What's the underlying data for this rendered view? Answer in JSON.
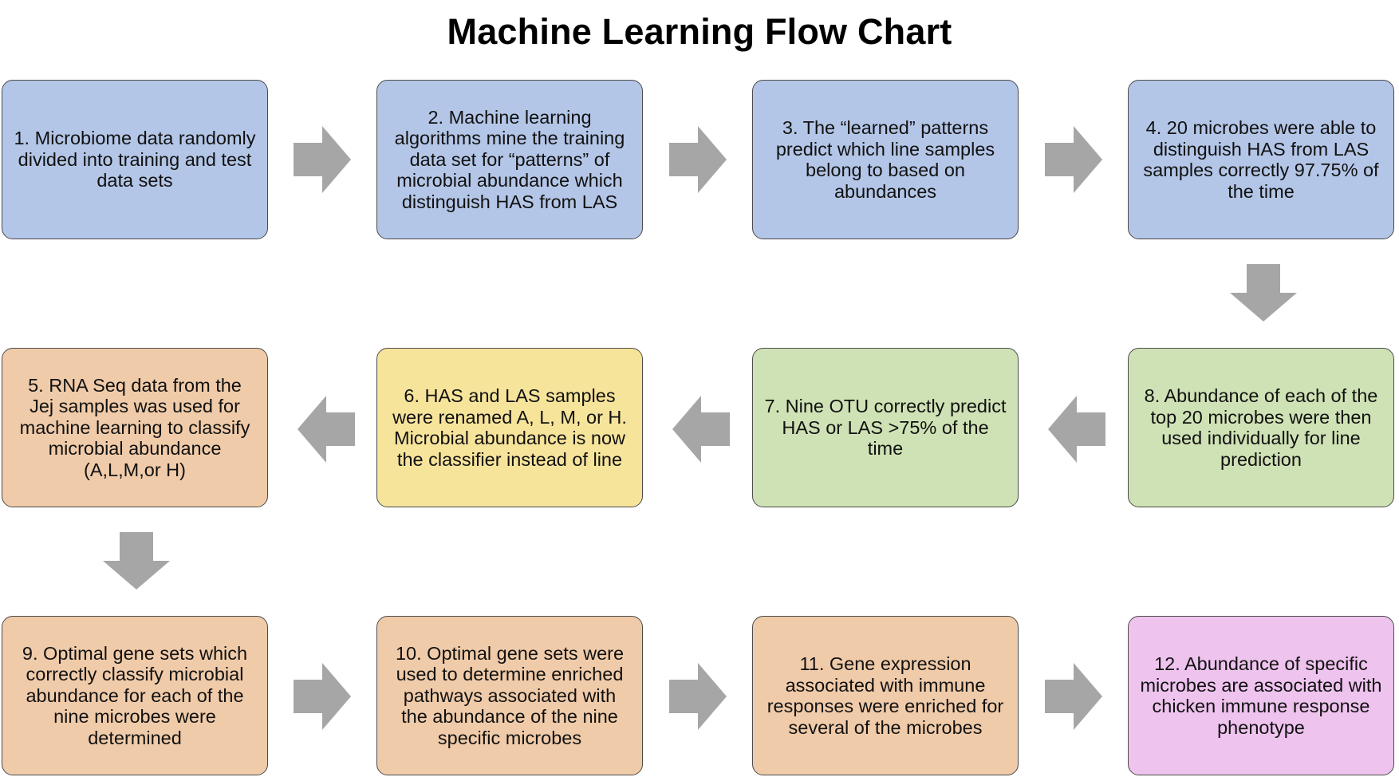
{
  "title": "Machine Learning Flow Chart",
  "colors": {
    "blue": "#b4c6e7",
    "peach": "#f0cba9",
    "yellow": "#f7e49b",
    "green": "#cfe2b5",
    "pink": "#eec3ee",
    "arrow": "#a6a6a6"
  },
  "steps": [
    {
      "text": "1. Microbiome data randomly divided into training and test data sets",
      "color": "blue"
    },
    {
      "text": "2. Machine learning algorithms mine the training data set for “patterns” of microbial abundance which distinguish HAS from LAS",
      "color": "blue"
    },
    {
      "text": "3. The “learned” patterns predict which line samples belong to based on abundances",
      "color": "blue"
    },
    {
      "text": "4. 20 microbes were able to distinguish HAS from LAS samples correctly 97.75% of the time",
      "color": "blue"
    },
    {
      "text": "5. RNA Seq data from the Jej samples was used for machine learning to classify microbial abundance (A,L,M,or H)",
      "color": "peach"
    },
    {
      "text": "6. HAS and LAS samples were renamed A, L, M, or H. Microbial abundance is now the classifier instead of line",
      "color": "yellow"
    },
    {
      "text": "7. Nine OTU correctly predict HAS or LAS >75% of the time",
      "color": "green"
    },
    {
      "text": "8. Abundance of each of the top 20 microbes were then used individually for line prediction",
      "color": "green"
    },
    {
      "text": "9. Optimal gene sets which correctly classify microbial abundance for each of the nine microbes were determined",
      "color": "peach"
    },
    {
      "text": "10. Optimal gene sets were used to determine enriched pathways associated with the abundance of the nine specific microbes",
      "color": "peach"
    },
    {
      "text": "11. Gene expression associated with immune responses were enriched for several of the microbes",
      "color": "peach"
    },
    {
      "text": "12. Abundance of specific microbes are associated with chicken immune response phenotype",
      "color": "pink"
    }
  ],
  "arrows": [
    {
      "from": "1",
      "to": "2",
      "direction": "right"
    },
    {
      "from": "2",
      "to": "3",
      "direction": "right"
    },
    {
      "from": "3",
      "to": "4",
      "direction": "right"
    },
    {
      "from": "4",
      "to": "8",
      "direction": "down"
    },
    {
      "from": "8",
      "to": "7",
      "direction": "left"
    },
    {
      "from": "7",
      "to": "6",
      "direction": "left"
    },
    {
      "from": "6",
      "to": "5",
      "direction": "left"
    },
    {
      "from": "5",
      "to": "9",
      "direction": "down"
    },
    {
      "from": "9",
      "to": "10",
      "direction": "right"
    },
    {
      "from": "10",
      "to": "11",
      "direction": "right"
    },
    {
      "from": "11",
      "to": "12",
      "direction": "right"
    }
  ]
}
